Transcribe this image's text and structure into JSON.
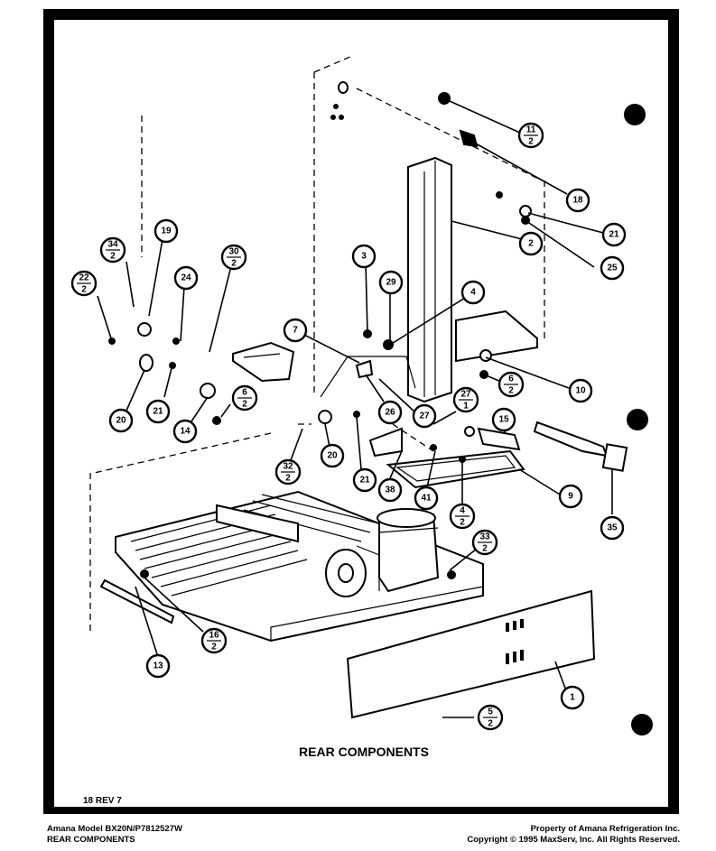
{
  "diagram": {
    "title": "REAR COMPONENTS",
    "revision": "18 REV 7",
    "footer_left_line1": "Amana Model BX20N/P7812527W",
    "footer_left_line2": "REAR COMPONENTS",
    "footer_right_line1": "Property of Amana Refrigeration Inc.",
    "footer_right_line2": "Copyright © 1995 MaxServ, Inc.  All Rights Reserved.",
    "callouts": [
      {
        "id": "c-1",
        "label": "1"
      },
      {
        "id": "c-2",
        "label": "2"
      },
      {
        "id": "c-3",
        "label": "3"
      },
      {
        "id": "c-4",
        "label": "4"
      },
      {
        "id": "c-7",
        "label": "7"
      },
      {
        "id": "c-9",
        "label": "9"
      },
      {
        "id": "c-10",
        "label": "10"
      },
      {
        "id": "c-13",
        "label": "13"
      },
      {
        "id": "c-14",
        "label": "14"
      },
      {
        "id": "c-15",
        "label": "15"
      },
      {
        "id": "c-18",
        "label": "18"
      },
      {
        "id": "c-19",
        "label": "19"
      },
      {
        "id": "c-20a",
        "label": "20"
      },
      {
        "id": "c-20b",
        "label": "20"
      },
      {
        "id": "c-21a",
        "label": "21"
      },
      {
        "id": "c-21b",
        "label": "21"
      },
      {
        "id": "c-21c",
        "label": "21"
      },
      {
        "id": "c-24",
        "label": "24"
      },
      {
        "id": "c-25",
        "label": "25"
      },
      {
        "id": "c-26",
        "label": "26"
      },
      {
        "id": "c-27",
        "label": "27"
      },
      {
        "id": "c-29",
        "label": "29"
      },
      {
        "id": "c-35",
        "label": "35"
      },
      {
        "id": "c-38",
        "label": "38"
      },
      {
        "id": "c-41",
        "label": "41"
      }
    ],
    "fraction_callouts": [
      {
        "id": "f-11-2",
        "num": "11",
        "den": "2"
      },
      {
        "id": "f-34-2",
        "num": "34",
        "den": "2"
      },
      {
        "id": "f-30-2",
        "num": "30",
        "den": "2"
      },
      {
        "id": "f-22-2",
        "num": "22",
        "den": "2"
      },
      {
        "id": "f-6-2a",
        "num": "6",
        "den": "2"
      },
      {
        "id": "f-6-2b",
        "num": "6",
        "den": "2"
      },
      {
        "id": "f-27-1",
        "num": "27",
        "den": "1"
      },
      {
        "id": "f-32-2",
        "num": "32",
        "den": "2"
      },
      {
        "id": "f-4-2",
        "num": "4",
        "den": "2"
      },
      {
        "id": "f-33-2",
        "num": "33",
        "den": "2"
      },
      {
        "id": "f-16-2",
        "num": "16",
        "den": "2"
      },
      {
        "id": "f-5-2",
        "num": "5",
        "den": "2"
      }
    ]
  }
}
